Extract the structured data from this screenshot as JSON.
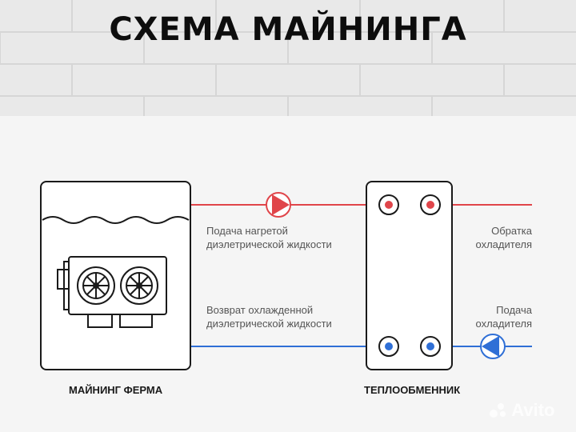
{
  "title": "СХЕМА МАЙНИНГА",
  "labels": {
    "hot_supply_l1": "Подача нагретой",
    "hot_supply_l2": "диэлетрической жидкости",
    "cold_return_l1": "Возврат охлажденной",
    "cold_return_l2": "диэлетрической жидкости",
    "cooler_return_l1": "Обратка",
    "cooler_return_l2": "охладителя",
    "cooler_supply_l1": "Подача",
    "cooler_supply_l2": "охладителя"
  },
  "captions": {
    "farm": "МАЙНИНГ ФЕРМА",
    "exchanger": "ТЕПЛООБМЕННИК"
  },
  "watermark": "Avito",
  "colors": {
    "hot_line": "#e0454a",
    "cold_line": "#2f6fd6",
    "outline": "#1a1a1a",
    "background": "#f5f5f5"
  },
  "icons": [
    "gpu-card-icon",
    "fan-icon",
    "pump-arrow-right-icon",
    "pump-arrow-left-icon"
  ]
}
